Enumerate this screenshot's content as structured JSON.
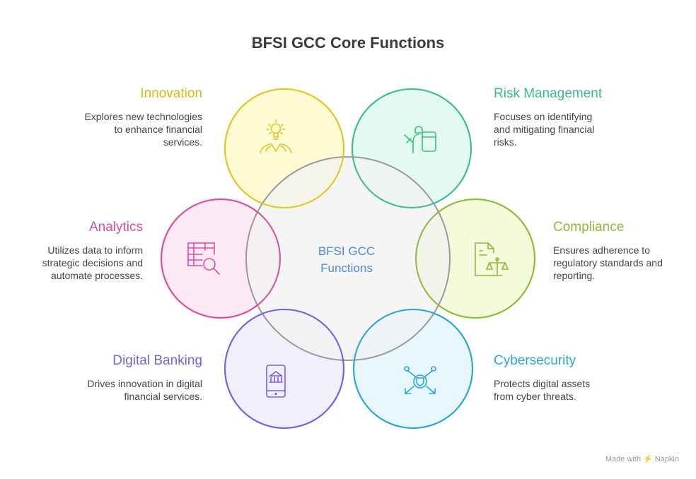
{
  "title": "BFSI GCC Core Functions",
  "center": {
    "line1": "BFSI GCC",
    "line2": "Functions",
    "color": "#4f86d8"
  },
  "items": [
    {
      "key": "innovation",
      "title": "Innovation",
      "desc": "Explores new technologies to enhance financial services.",
      "stroke": "#e0c621",
      "fill": "#fdf9cf",
      "icon": "lightbulb-person-icon"
    },
    {
      "key": "risk",
      "title": "Risk Management",
      "desc": "Focuses on identifying and mitigating financial risks.",
      "stroke": "#3cbf86",
      "fill": "#e0faee",
      "icon": "guard-shield-icon"
    },
    {
      "key": "compliance",
      "title": "Compliance",
      "desc": "Ensures adherence to regulatory standards and reporting.",
      "stroke": "#8fba3a",
      "fill": "#f3fbd6",
      "icon": "document-scale-icon"
    },
    {
      "key": "cyber",
      "title": "Cybersecurity",
      "desc": "Protects digital assets from cyber threats.",
      "stroke": "#2aa6d3",
      "fill": "#e4f6fd",
      "icon": "network-shield-icon"
    },
    {
      "key": "digital",
      "title": "Digital Banking",
      "desc": "Drives innovation in digital financial services.",
      "stroke": "#7a60dc",
      "fill": "#efedfc",
      "icon": "mobile-bank-icon"
    },
    {
      "key": "analytics",
      "title": "Analytics",
      "desc": "Utilizes data to inform strategic decisions and automate processes.",
      "stroke": "#d94f9e",
      "fill": "#fde7f3",
      "icon": "table-search-icon"
    }
  ],
  "footer": "Made with  ⚡ Napkin"
}
